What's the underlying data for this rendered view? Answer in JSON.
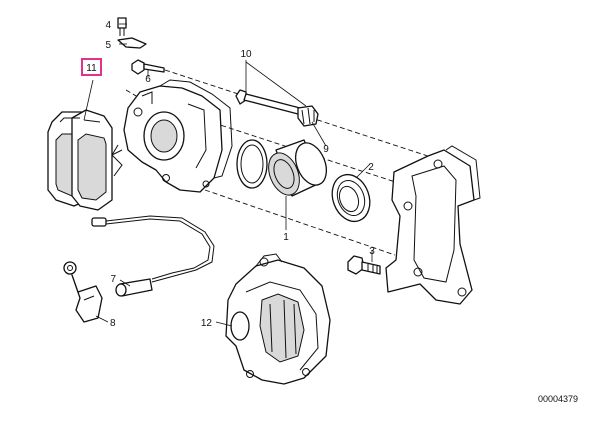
{
  "diagram": {
    "callouts": {
      "p1": "1",
      "p2": "2",
      "p3": "3",
      "p4": "4",
      "p5": "5",
      "p6": "6",
      "p7": "7",
      "p8": "8",
      "p9": "9",
      "p10": "10",
      "p11": "11",
      "p12": "12"
    },
    "highlighted_callout": "11",
    "highlight_color": "#e0348a",
    "drawing_number": "00004379"
  }
}
